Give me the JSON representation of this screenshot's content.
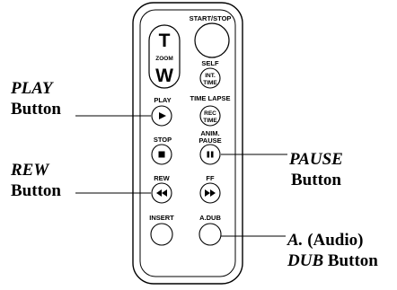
{
  "remote": {
    "start_stop": "START/STOP",
    "zoom_t": "T",
    "zoom_label": "ZOOM",
    "zoom_w": "W",
    "self_label": "SELF",
    "int_time_line1": "INT.",
    "int_time_line2": "TIME",
    "time_lapse_label": "TIME LAPSE",
    "rec_time_line1": "REC",
    "rec_time_line2": "TIME",
    "play_label": "PLAY",
    "stop_label": "STOP",
    "anim_label": "ANIM.",
    "pause_label": "PAUSE",
    "rew_label": "REW",
    "ff_label": "FF",
    "insert_label": "INSERT",
    "adub_label": "A.DUB"
  },
  "callouts": {
    "play": {
      "line1": "PLAY",
      "line2": "Button"
    },
    "rew": {
      "line1": "REW",
      "line2": "Button"
    },
    "pause": {
      "line1": "PAUSE",
      "line2": "Button"
    },
    "adub": {
      "line1_italic": "A.",
      "line1_rest": " (Audio)",
      "line2_italic": "DUB",
      "line2_rest": " Button"
    }
  }
}
